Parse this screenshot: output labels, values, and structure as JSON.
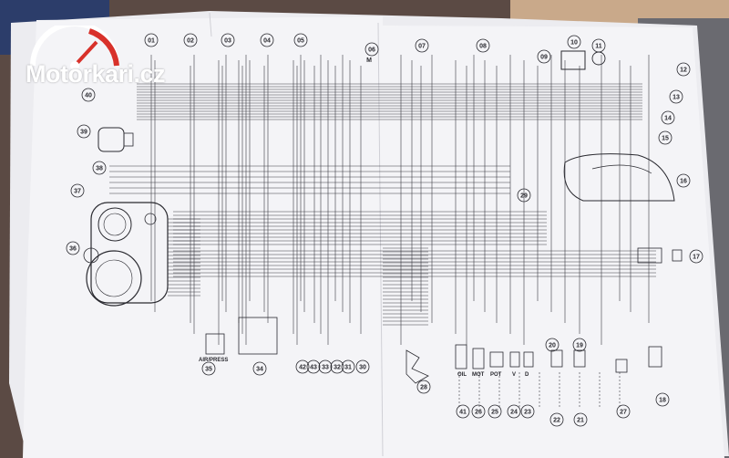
{
  "watermark": {
    "brand": "Motorkari.cz"
  },
  "top_numbers": [
    "01",
    "02",
    "03",
    "04",
    "05",
    "06",
    "07",
    "08",
    "09",
    "10",
    "11"
  ],
  "right_numbers": [
    "12",
    "13",
    "14",
    "15",
    "16",
    "17",
    "18"
  ],
  "left_numbers": [
    "40",
    "39",
    "38",
    "37",
    "36"
  ],
  "bottom_numbers": [
    "35",
    "34",
    "42",
    "43",
    "33",
    "32",
    "31",
    "30",
    "28",
    "41",
    "26",
    "25",
    "24",
    "23",
    "22",
    "21",
    "27"
  ],
  "extra_numbers": [
    "29",
    "20",
    "19"
  ],
  "motor_label": "M",
  "bottom_labels": {
    "airpress": "AIR/PRESS",
    "oil": "OIL",
    "mot": "MOT",
    "pot": "POT",
    "v": "V",
    "d": "D"
  },
  "colors": {
    "paper": "#f3f3f6",
    "background": "#6b5a52",
    "ink": "#2a2a30",
    "logo_red": "#d8312a"
  }
}
